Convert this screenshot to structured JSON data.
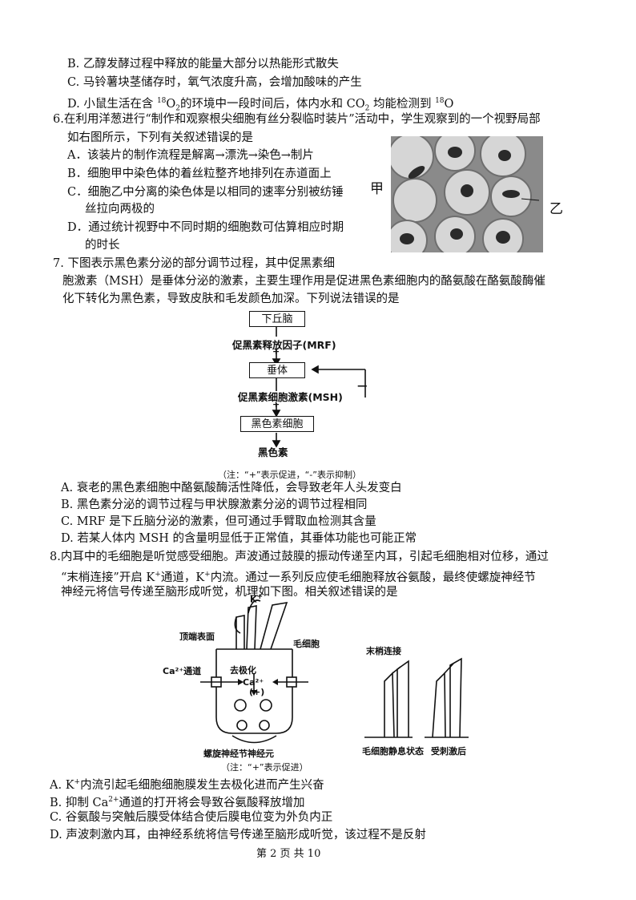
{
  "q5": {
    "optB": "B. 乙醇发酵过程中释放的能量大部分以热能形式散失",
    "optC": "C. 马铃薯块茎储存时，氧气浓度升高，会增加酸味的产生",
    "optD_pre": "D. 小鼠生活在含 ",
    "optD_mid": "O",
    "optD_post": "的环境中一段时间后，体内水和 CO",
    "optD_end": " 均能检测到 ",
    "optD_o": "O",
    "iso": "18",
    "sub2": "2"
  },
  "q6": {
    "stem1": "6.在利用洋葱进行“制作和观察根尖细胞有丝分裂临时装片”活动中，学生观察到的一个视野局部",
    "stem2": "如右图所示，下列有关叙述错误的是",
    "optA": "A．该装片的制作流程是解离→漂洗→染色→制片",
    "optB": "B．细胞甲中染色体的着丝粒整齐地排列在赤道面上",
    "optC1": "C．细胞乙中分离的染色体是以相同的速率分别被纺锤",
    "optC2": "丝拉向两极的",
    "optD1": "D．通过统计视野中不同时期的细胞数可估算相应时期",
    "optD2": "的时长",
    "label_jia": "甲",
    "label_yi": "乙"
  },
  "q7": {
    "stem1": "7.  下图表示黑色素分泌的部分调节过程，其中促黑素细",
    "stem2": "胞激素（MSH）是垂体分泌的激素，主要生理作用是促进黑色素细胞内的酪氨酸在酪氨酸酶催",
    "stem3": "化下转化为黑色素，导致皮肤和毛发颜色加深。下列说法错误的是",
    "box1": "下丘脑",
    "mrf": "促黑素释放因子(MRF)",
    "plus1": "+",
    "box2": "垂体",
    "minus": "—",
    "msh": "促黑素细胞激素(MSH)",
    "plus2": "+",
    "box3": "黑色素细胞",
    "out": "黑色素",
    "note": "（注：“+”表示促进，“-”表示抑制）",
    "optA": "A. 衰老的黑色素细胞中酪氨酸酶活性降低，会导致老年人头发变白",
    "optB": "B. 黑色素分泌的调节过程与甲状腺激素分泌的调节过程相同",
    "optC": "C. MRF 是下丘脑分泌的激素，但可通过手臂取血检测其含量",
    "optD": "D. 若某人体内 MSH 的含量明显低于正常值，其垂体功能也可能正常"
  },
  "q8": {
    "stem1": "8.内耳中的毛细胞是听觉感受细胞。声波通过鼓膜的振动传递至内耳，引起毛细胞相对位移，通过",
    "stem2a": "“末梢连接”开启 K",
    "stem2b": "通道，K",
    "stem2c": "内流。通过一系列反应使毛细胞释放谷氨酸，最终使螺旋神经节",
    "stem3": "神经元将信号传递至脑形成听觉，机理如下图。相关叙述错误的是",
    "plus_sign": "+",
    "k_label": "K",
    "top_surface": "顶端表面",
    "hair_cell": "毛细胞",
    "ca_channel": "Ca²⁺通道",
    "depol": "去极化",
    "ca_ion": "Ca²⁺",
    "plus_paren": "(+)",
    "neuron": "螺旋神经节神经元",
    "tip_link": "末梢连接",
    "rest_state": "毛细胞静息状态",
    "stim_state": "受刺激后",
    "note": "（注：“+”表示促进）",
    "optA_pre": "A. K",
    "optA_post": "内流引起毛细胞细胞膜发生去极化进而产生兴奋",
    "optB_pre": "B. 抑制 Ca",
    "optB_sup": "2+",
    "optB_post": "通道的打开将会导致谷氨酸释放增加",
    "optC": "C. 谷氨酸与突触后膜受体结合使后膜电位变为外负内正",
    "optD": "D. 声波刺激内耳，由神经系统将信号传递至脑形成听觉，该过程不是反射"
  },
  "footer": "第 2 页 共 10"
}
